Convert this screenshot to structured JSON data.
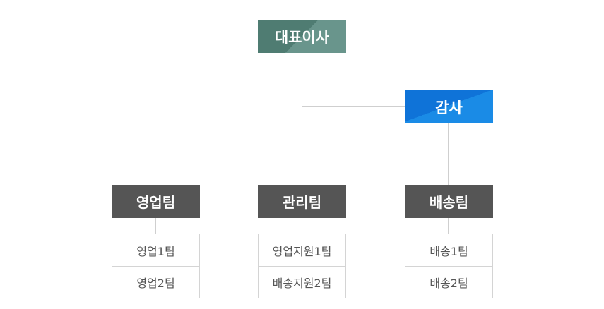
{
  "ceo": {
    "label": "대표이사"
  },
  "audit": {
    "label": "감사"
  },
  "teams": [
    {
      "label": "영업팀",
      "subteams": [
        "영업1팀",
        "영업2팀"
      ]
    },
    {
      "label": "관리팀",
      "subteams": [
        "영업지원1팀",
        "배송지원2팀"
      ]
    },
    {
      "label": "배송팀",
      "subteams": [
        "배송1팀",
        "배송2팀"
      ]
    }
  ],
  "colors": {
    "ceo": "#5b877d",
    "audit": "#1580e0",
    "team": "#555555",
    "line": "#cfcfcf",
    "sub_border": "#d4d4d4"
  }
}
